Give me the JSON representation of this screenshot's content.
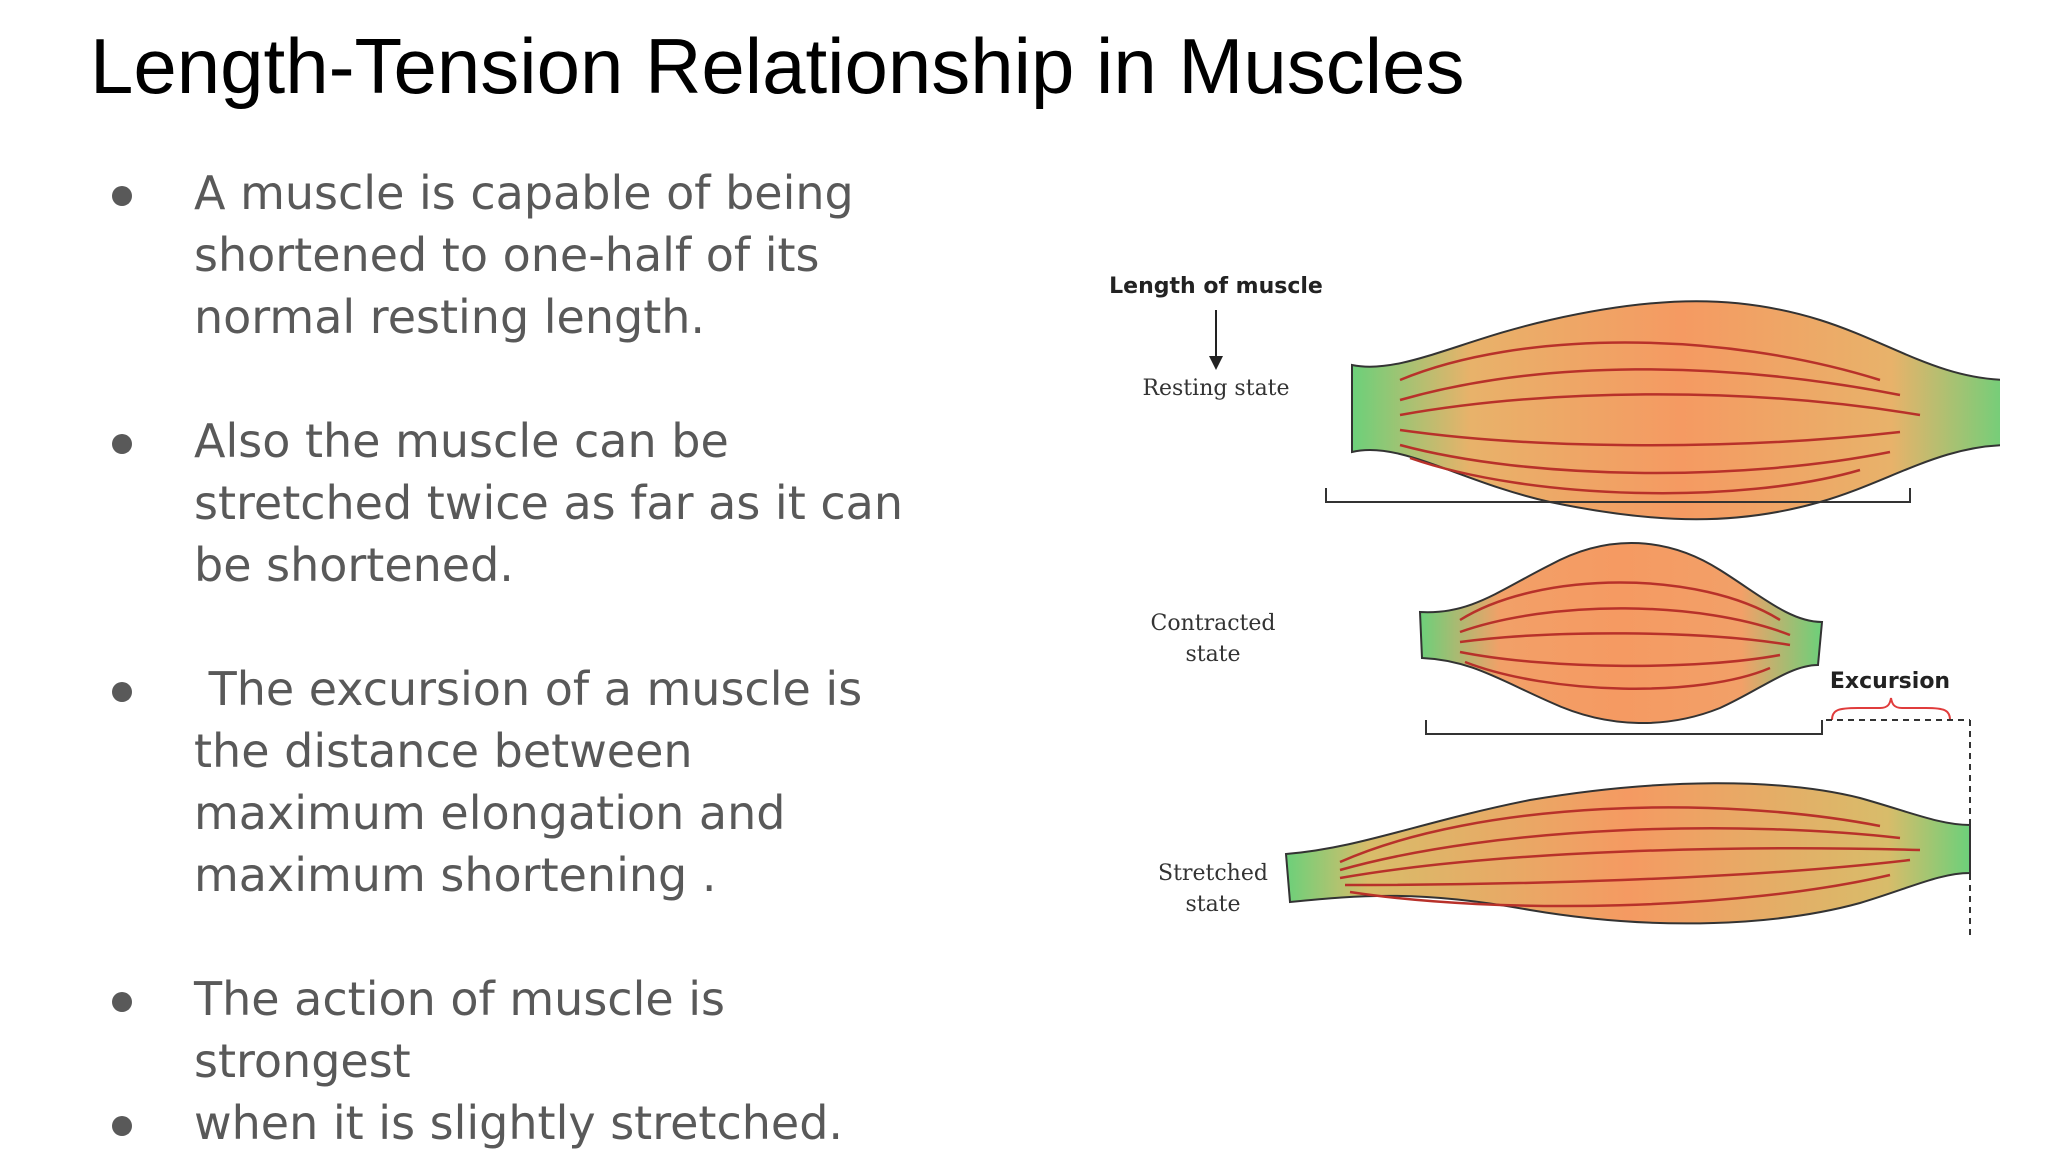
{
  "slide": {
    "title": "Length-Tension Relationship in Muscles",
    "bullets": [
      {
        "lines": [
          "A muscle is capable of being",
          "shortened to one-half of its",
          "normal resting length."
        ]
      },
      {
        "lines": [
          "Also the muscle can be",
          "stretched twice as far as it can",
          "be shortened."
        ]
      },
      {
        "lines": [
          " The excursion of a muscle is",
          "the distance between",
          "maximum elongation and",
          "maximum shortening ."
        ]
      },
      {
        "lines": [
          "The action of muscle is",
          "strongest"
        ]
      },
      {
        "lines": [
          "when it is slightly stretched."
        ]
      }
    ]
  },
  "diagram": {
    "header_label": "Length of muscle",
    "resting_label": "Resting state",
    "contracted_label": [
      "Contracted",
      "state"
    ],
    "stretched_label": [
      "Stretched",
      "state"
    ],
    "excursion_label": "Excursion",
    "colors": {
      "tendon": "#6cd07a",
      "belly": "#f2a068",
      "belly_center": "#f59a62",
      "fiber": "#c0392b",
      "excursion": "#e03c3c"
    }
  }
}
